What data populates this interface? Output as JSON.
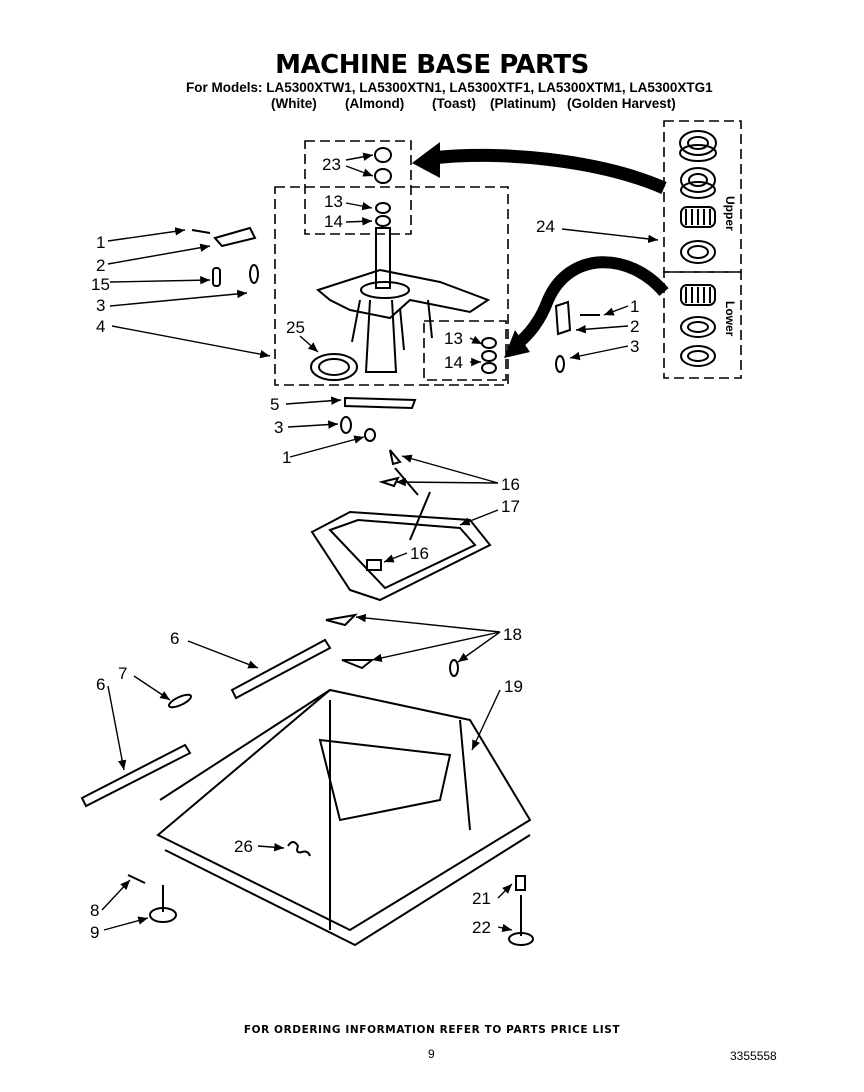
{
  "title": "MACHINE BASE PARTS",
  "models_line": "For Models: LA5300XTW1, LA5300XTN1, LA5300XTF1, LA5300XTM1, LA5300XTG1",
  "colors": [
    "(White)",
    "(Almond)",
    "(Toast)",
    "(Platinum)",
    "(Golden Harvest)"
  ],
  "bearing_labels": {
    "upper": "Upper",
    "lower": "Lower"
  },
  "callouts": {
    "c23": "23",
    "c13a": "13",
    "c14a": "14",
    "c1a": "1",
    "c2a": "2",
    "c15": "15",
    "c3a": "3",
    "c4": "4",
    "c25": "25",
    "c24": "24",
    "c1b": "1",
    "c2b": "2",
    "c3b": "3",
    "c13b": "13",
    "c14b": "14",
    "c5": "5",
    "c3c": "3",
    "c1c": "1",
    "c16a": "16",
    "c17": "17",
    "c16b": "16",
    "c6a": "6",
    "c18": "18",
    "c7": "7",
    "c6b": "6",
    "c19": "19",
    "c26": "26",
    "c8": "8",
    "c9": "9",
    "c21": "21",
    "c22": "22"
  },
  "footer": "FOR ORDERING INFORMATION REFER TO PARTS PRICE LIST",
  "page_number": "9",
  "doc_number": "3355558"
}
